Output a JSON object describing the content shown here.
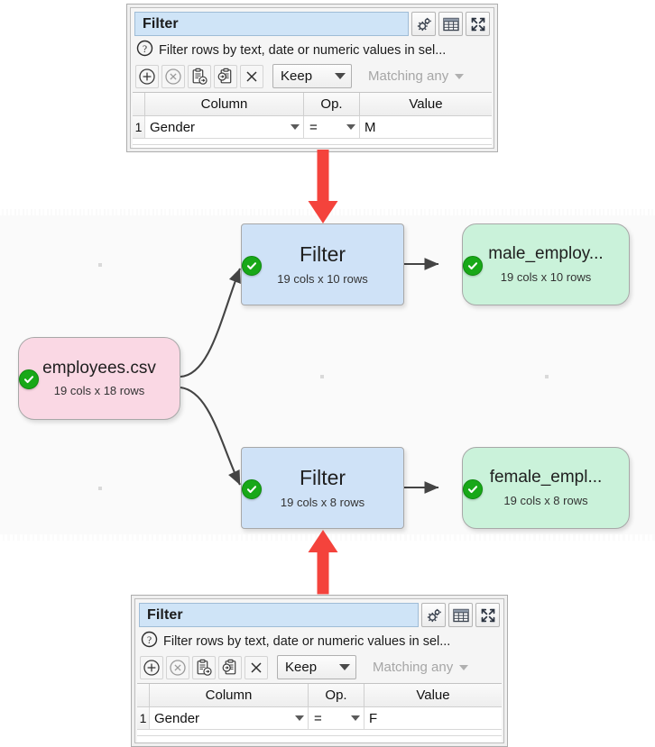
{
  "panels": [
    {
      "id": "top",
      "title": "Filter",
      "help_text": "Filter rows by text, date or numeric values in sel...",
      "help_icon": "question-circle-icon",
      "title_buttons": [
        {
          "name": "gears-icon",
          "label": "Settings"
        },
        {
          "name": "table-grid-icon",
          "label": "Show table"
        },
        {
          "name": "expand-arrows-icon",
          "label": "Maximize"
        }
      ],
      "action_buttons": [
        {
          "name": "add-circle-icon",
          "label": "Add"
        },
        {
          "name": "remove-circle-icon",
          "label": "Remove"
        },
        {
          "name": "paste-out-clipboard-icon",
          "label": "Copy to clipboard"
        },
        {
          "name": "paste-in-clipboard-icon",
          "label": "Paste from clipboard"
        },
        {
          "name": "close-x-icon",
          "label": "Clear"
        }
      ],
      "mode_select": {
        "value": "Keep",
        "disabled": false
      },
      "match_select": {
        "value": "Matching any",
        "disabled": true
      },
      "table": {
        "headers": [
          "",
          "Column",
          "Op.",
          "Value"
        ],
        "rows": [
          {
            "index": "1",
            "column": "Gender",
            "op": "=",
            "value": "M"
          }
        ]
      }
    },
    {
      "id": "bottom",
      "title": "Filter",
      "help_text": "Filter rows by text, date or numeric values in sel...",
      "help_icon": "question-circle-icon",
      "title_buttons": [
        {
          "name": "gears-icon",
          "label": "Settings"
        },
        {
          "name": "table-grid-icon",
          "label": "Show table"
        },
        {
          "name": "expand-arrows-icon",
          "label": "Maximize"
        }
      ],
      "action_buttons": [
        {
          "name": "add-circle-icon",
          "label": "Add"
        },
        {
          "name": "remove-circle-icon",
          "label": "Remove"
        },
        {
          "name": "paste-out-clipboard-icon",
          "label": "Copy to clipboard"
        },
        {
          "name": "paste-in-clipboard-icon",
          "label": "Paste from clipboard"
        },
        {
          "name": "close-x-icon",
          "label": "Clear"
        }
      ],
      "mode_select": {
        "value": "Keep",
        "disabled": false
      },
      "match_select": {
        "value": "Matching any",
        "disabled": true
      },
      "table": {
        "headers": [
          "",
          "Column",
          "Op.",
          "Value"
        ],
        "rows": [
          {
            "index": "1",
            "column": "Gender",
            "op": "=",
            "value": "F"
          }
        ]
      }
    }
  ],
  "canvas": {
    "nodes": [
      {
        "id": "source",
        "title": "employees.csv",
        "subtitle": "19 cols x 18 rows",
        "kind": "source",
        "status": "ok"
      },
      {
        "id": "filter-male",
        "title": "Filter",
        "subtitle": "19 cols x 10 rows",
        "kind": "operation",
        "status": "ok"
      },
      {
        "id": "filter-female",
        "title": "Filter",
        "subtitle": "19 cols x 8 rows",
        "kind": "operation",
        "status": "ok"
      },
      {
        "id": "out-male",
        "title": "male_employ...",
        "subtitle": "19 cols x 10 rows",
        "kind": "output",
        "status": "ok"
      },
      {
        "id": "out-female",
        "title": "female_empl...",
        "subtitle": "19 cols x 8 rows",
        "kind": "output",
        "status": "ok"
      }
    ],
    "colors": {
      "source_fill": "#fad8e4",
      "operation_fill": "#cfe2f7",
      "output_fill": "#caf2da",
      "status_ok": "#18a818",
      "callout_arrow": "#f4433c",
      "background": "#fafafa",
      "edge": "#444444"
    },
    "callouts": [
      {
        "name": "callout-arrow-down",
        "direction": "down"
      },
      {
        "name": "callout-arrow-up",
        "direction": "up"
      }
    ]
  }
}
